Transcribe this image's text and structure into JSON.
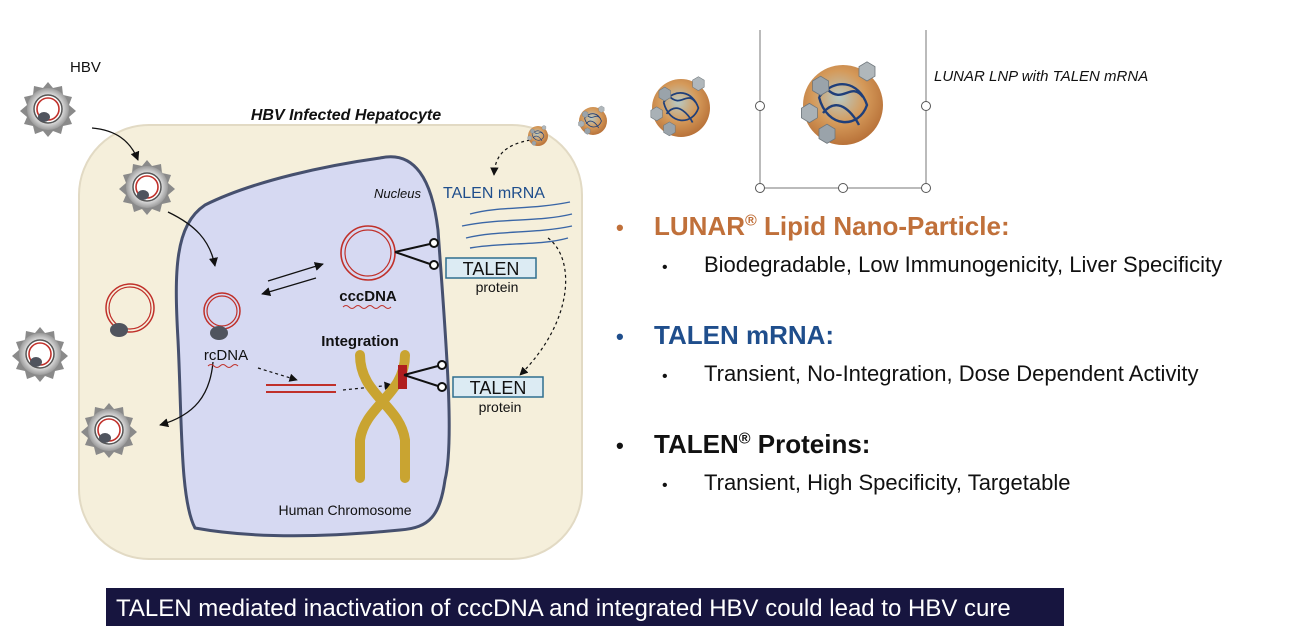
{
  "diagram": {
    "hbv_label": "HBV",
    "cell_title": "HBV Infected Hepatocyte",
    "nucleus_label": "Nucleus",
    "talen_mrna_label": "TALEN mRNA",
    "cccdna_label": "cccDNA",
    "rcdna_label": "rcDNA",
    "integration_label": "Integration",
    "chromosome_label": "Human Chromosome",
    "talen_box_label": "TALEN",
    "protein_label": "protein",
    "lnp_caption": "LUNAR LNP with TALEN mRNA"
  },
  "bullets": [
    {
      "heading": "LUNAR",
      "mark": "®",
      "heading_rest": " Lipid Nano-Particle:",
      "color": "#c0703a",
      "sub": "Biodegradable, Low Immunogenicity, Liver Specificity"
    },
    {
      "heading": "TALEN mRNA:",
      "mark": "",
      "heading_rest": "",
      "color": "#1f4e8c",
      "sub": "Transient, No-Integration, Dose Dependent Activity"
    },
    {
      "heading": "TALEN",
      "mark": "®",
      "heading_rest": " Proteins:",
      "color": "#111111",
      "sub": "Transient, High Specificity, Targetable"
    }
  ],
  "banner": {
    "text": "TALEN mediated inactivation of cccDNA and integrated HBV could lead to HBV cure"
  }
}
